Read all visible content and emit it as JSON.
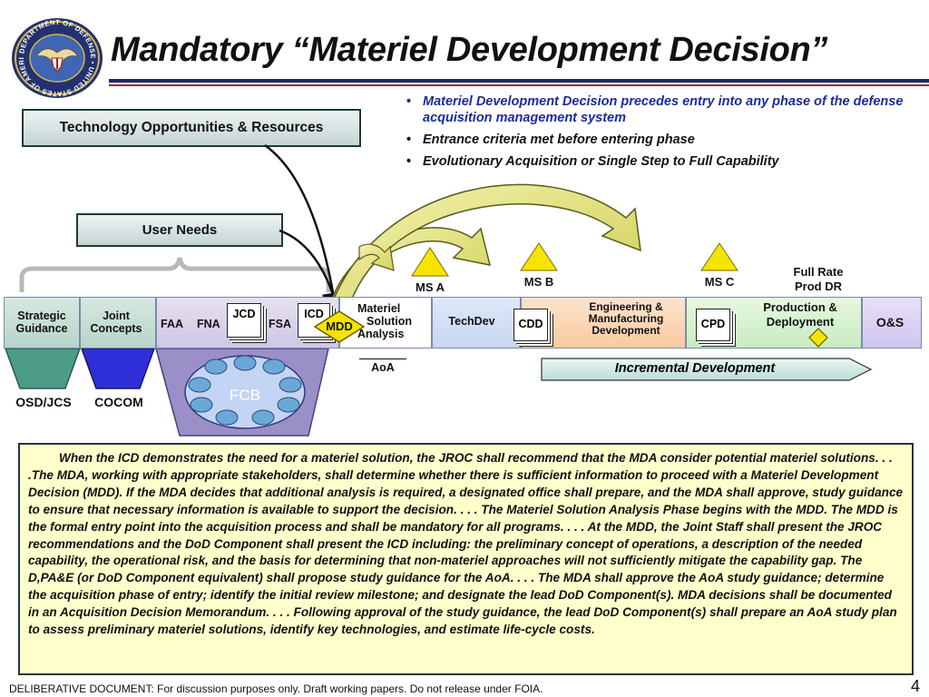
{
  "title": "Mandatory “Materiel Development Decision”",
  "seal": {
    "icon": "dod-seal-icon",
    "text": "DEPARTMENT OF DEFENSE • UNITED STATES OF AMERICA"
  },
  "bullets": [
    "Materiel Development Decision precedes entry into any phase of the defense acquisition management system",
    "Entrance criteria met before entering phase",
    "Evolutionary Acquisition or Single Step to Full Capability"
  ],
  "boxes": {
    "tech_opportunities": "Technology Opportunities & Resources",
    "user_needs": "User Needs"
  },
  "bar": {
    "strategic_guidance": [
      "Strategic",
      "Guidance"
    ],
    "joint_concepts": [
      "Joint",
      "Concepts"
    ],
    "faa": "FAA",
    "fna": "FNA",
    "jcd": "JCD",
    "fsa": "FSA",
    "icd": "ICD",
    "mdd": "MDD",
    "msa": [
      "Materiel",
      "Solution",
      "Analysis"
    ],
    "techdev": "TechDev",
    "cdd": "CDD",
    "emd": [
      "Engineering &",
      "Manufacturing",
      "Development"
    ],
    "cpd": "CPD",
    "pd": [
      "Production &",
      "Deployment"
    ],
    "os": "O&S"
  },
  "milestones": {
    "a": "MS A",
    "b": "MS B",
    "c": "MS C",
    "frp": [
      "Full Rate",
      "Prod DR"
    ]
  },
  "aoa": "AoA",
  "incremental": "Incremental Development",
  "below": {
    "osd": "OSD/JCS",
    "cocom": "COCOM",
    "fcb": "FCB"
  },
  "paragraph": "When the ICD demonstrates the need for a materiel solution, the JROC shall recommend that the MDA consider potential materiel solutions.  . . .The MDA, working with appropriate stakeholders, shall determine whether there is sufficient information to proceed with a Materiel Development Decision (MDD).  If the MDA decides that additional analysis is required, a designated office shall prepare, and the MDA shall approve, study guidance to ensure that necessary information is available to support the decision.  . . . The Materiel Solution Analysis Phase  begins with the MDD.  The MDD is the formal entry point into the acquisition process and shall be mandatory for all programs.  . . . At the MDD, the Joint Staff shall present the JROC recommendations and the DoD Component shall present the ICD including: the preliminary concept of operations, a description of the needed capability, the operational risk, and the basis for determining that non-materiel approaches will not sufficiently mitigate the capability gap.  The D,PA&E (or DoD Component equivalent) shall propose study guidance for the AoA.  . . . The MDA shall approve the AoA study guidance; determine the acquisition phase of entry; identify the initial review milestone; and designate the lead DoD Component(s).  MDA decisions shall be documented in an Acquisition Decision Memorandum.  . . . Following approval of the study guidance, the lead DoD Component(s) shall prepare an AoA study plan to assess preliminary materiel solutions, identify key technologies, and estimate life-cycle costs.",
  "footer": "DELIBERATIVE DOCUMENT: For discussion purposes only.  Draft working papers.  Do not release under FOIA.",
  "page_number": "4",
  "colors": {
    "title_rule_navy": "#1b2a6b",
    "title_rule_red": "#b01818",
    "bullet_blue": "#1c2b9c",
    "milestone_yellow": "#f5e400",
    "arrow_yellow": "#e6e680",
    "textbox_fill": "#ffffcc",
    "fcb_purple": "#9b8fc8"
  }
}
